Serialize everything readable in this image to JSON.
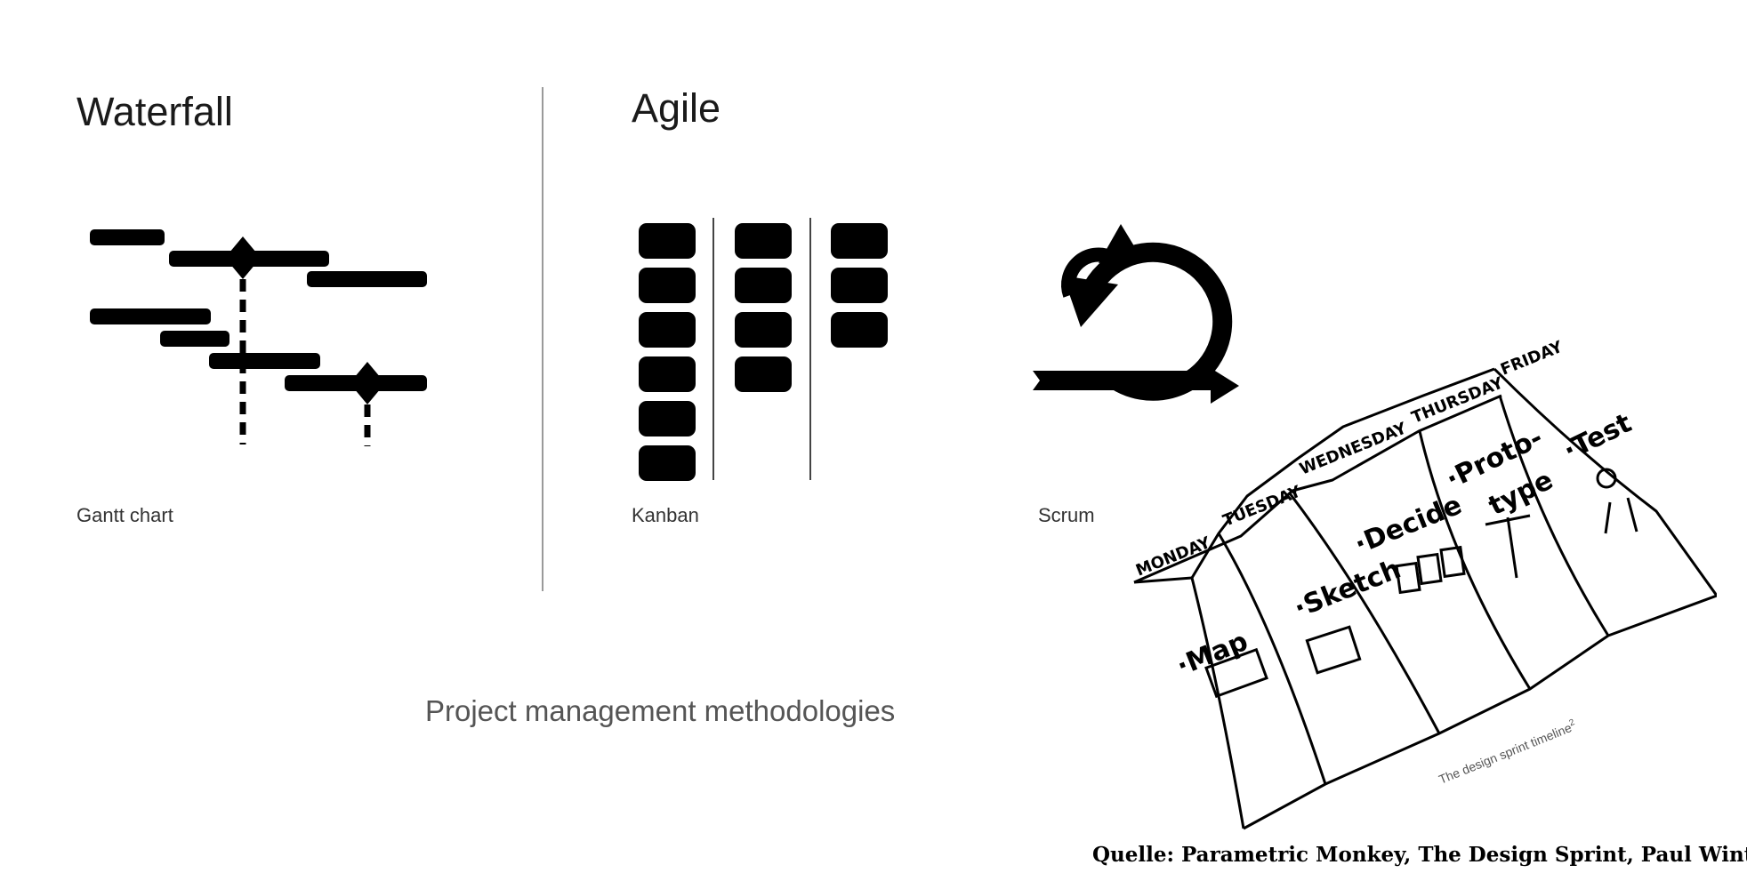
{
  "waterfall": {
    "title": "Waterfall",
    "caption": "Gantt chart"
  },
  "agile": {
    "title": "Agile",
    "kanban_caption": "Kanban",
    "scrum_caption": "Scrum"
  },
  "main_caption": "Project management methodologies",
  "sprint": {
    "days": [
      "MONDAY",
      "TUESDAY",
      "WEDNESDAY",
      "THURSDAY",
      "FRIDAY"
    ],
    "steps": [
      "·Map",
      "·Sketch",
      "·Decide",
      "·Proto-",
      "type",
      "·Test"
    ],
    "caption": "The design sprint timeline",
    "footnote": "2"
  },
  "credit": "Quelle: Parametric Monkey, The Design Sprint, Paul Wintour",
  "icons": [
    "gantt-chart-icon",
    "kanban-board-icon",
    "scrum-cycle-icon"
  ],
  "colors": {
    "ink": "#000000",
    "title": "#1a1a1a",
    "caption": "#555555",
    "divider": "#9a9a9a"
  }
}
